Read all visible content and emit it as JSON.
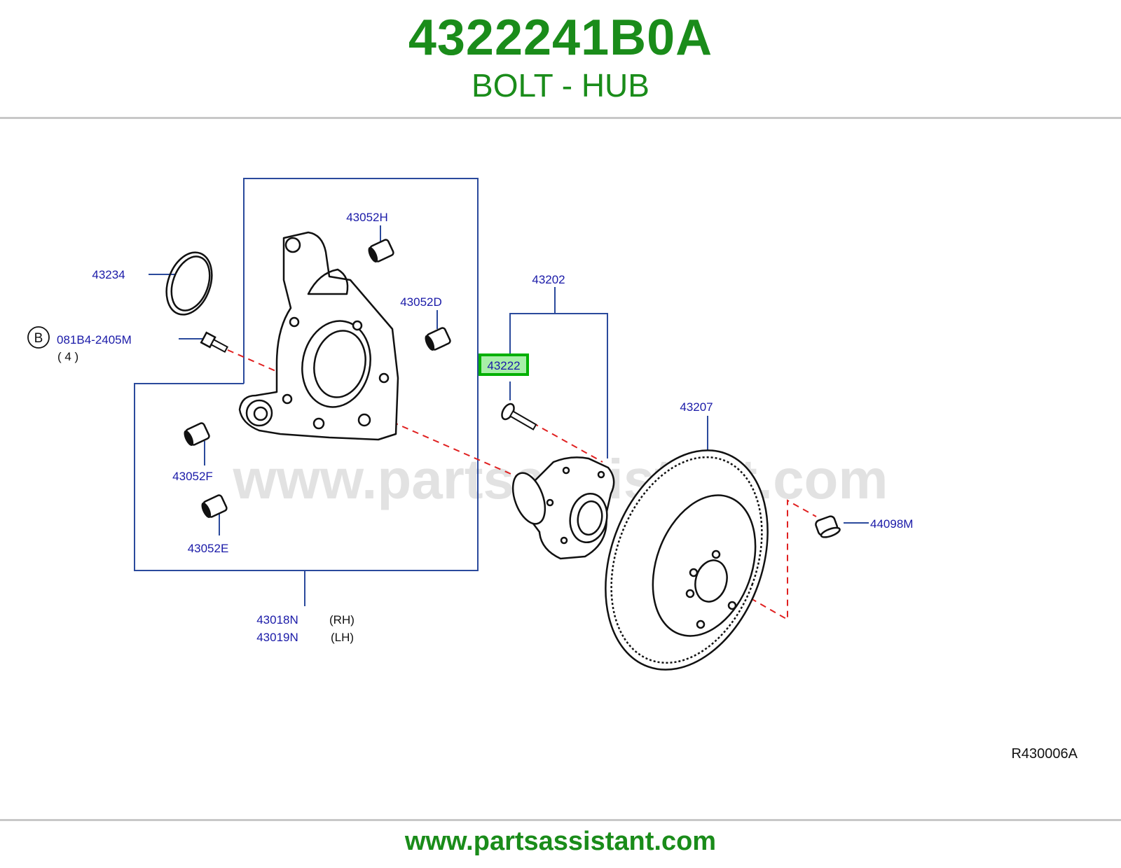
{
  "header": {
    "part_number": "4322241B0A",
    "part_name": "BOLT - HUB"
  },
  "diagram": {
    "watermark": "www.partsassistant.com",
    "highlighted_callout": "43222",
    "highlight_color": "#00b000",
    "callout_color": "#1a1aa8",
    "leader_color": "#2b4a9c",
    "dash_color": "#e02020",
    "callouts": {
      "c43052H": "43052H",
      "c43234": "43234",
      "c43052D": "43052D",
      "c43202": "43202",
      "c081B4": "081B4-2405M",
      "qty": "( 4 )",
      "ref_b": "B",
      "c43222": "43222",
      "c43207": "43207",
      "c43052F": "43052F",
      "c44098M": "44098M",
      "c43052E": "43052E",
      "c43018N": "43018N",
      "c43019N": "43019N",
      "rh": "(RH)",
      "lh": "(LH)",
      "ref_code": "R430006A"
    }
  },
  "footer": {
    "url": "www.partsassistant.com"
  }
}
